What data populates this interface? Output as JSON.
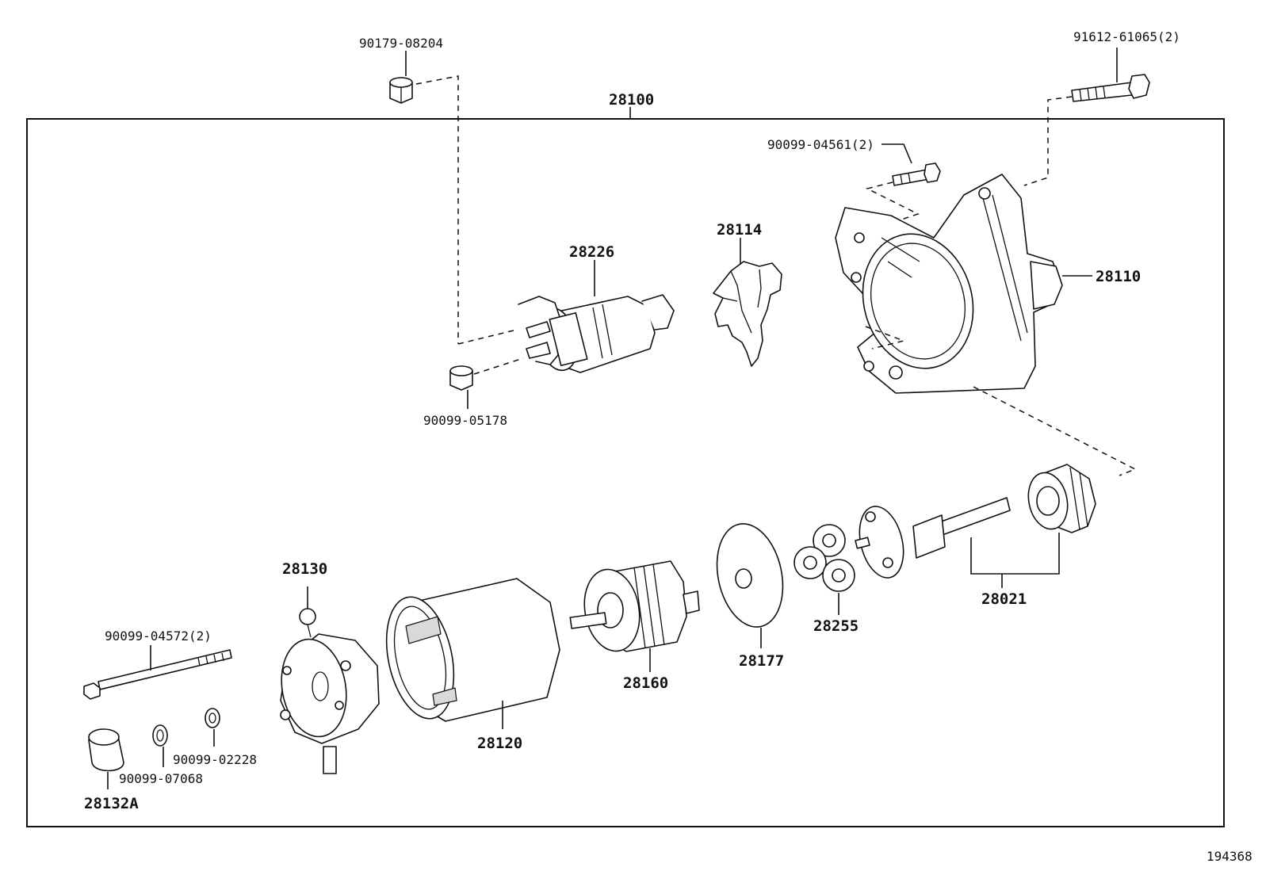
{
  "assembly_number": "28100",
  "diagram_id": "194368",
  "parts": {
    "nut_top": "90179-08204",
    "bolt_top_right": "91612-61065(2)",
    "screw_housing": "90099-04561(2)",
    "housing": "28110",
    "lever": "28114",
    "solenoid": "28226",
    "nut_solenoid": "90099-05178",
    "clutch_shaft": "28021",
    "planetary_gears": "28255",
    "plate": "28177",
    "armature": "28160",
    "yoke": "28120",
    "end_frame": "28130",
    "through_bolt": "90099-04572(2)",
    "cap": "28132A",
    "washer_a": "90099-07068",
    "washer_b": "90099-02228"
  }
}
